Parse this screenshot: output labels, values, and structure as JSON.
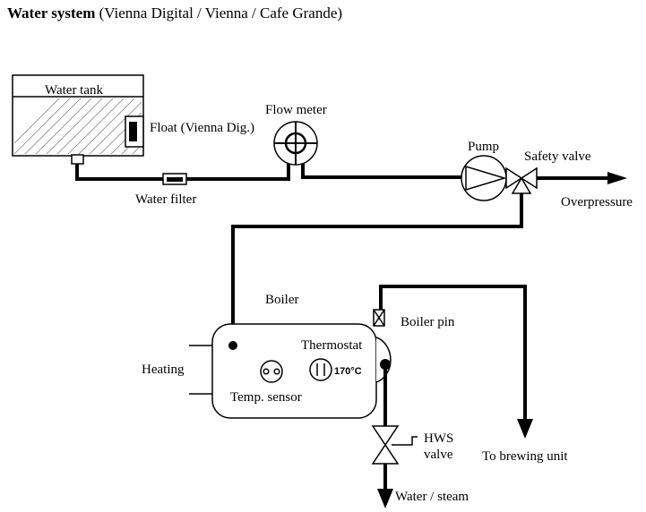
{
  "title": {
    "main": "Water system",
    "sub": " (Vienna Digital / Vienna / Cafe Grande)"
  },
  "labels": {
    "water_tank": "Water tank",
    "float": "Float (Vienna Dig.)",
    "flow_meter": "Flow meter",
    "water_filter": "Water filter",
    "pump": "Pump",
    "safety_valve": "Safety valve",
    "overpressure": "Overpressure",
    "boiler": "Boiler",
    "boiler_pin": "Boiler pin",
    "thermostat": "Thermostat",
    "thermostat_temp": "170°C",
    "heating": "Heating",
    "temp_sensor": "Temp. sensor",
    "hws_valve_line1": "HWS",
    "hws_valve_line2": "valve",
    "to_brewing_unit": "To brewing unit",
    "water_steam": "Water / steam"
  }
}
